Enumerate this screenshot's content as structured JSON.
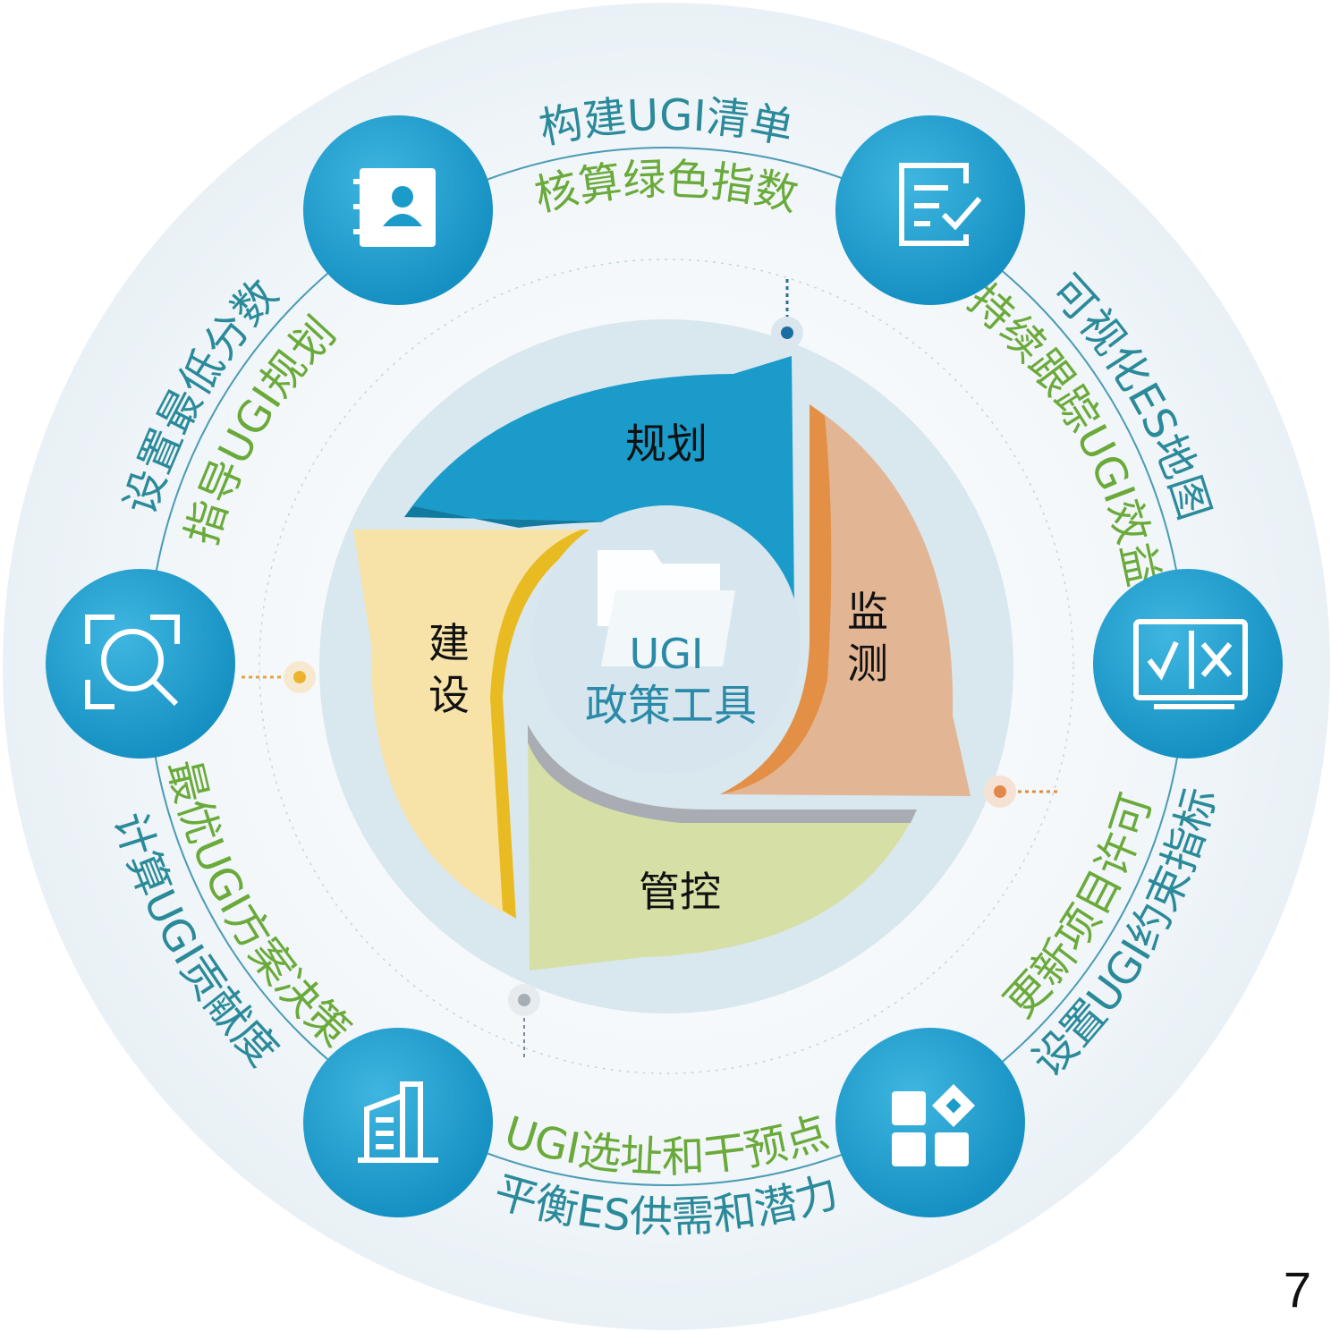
{
  "center": {
    "line1": "UGI",
    "line2": "政策工具"
  },
  "stages": {
    "planning": "规划",
    "monitoring": "监测",
    "control": "管控",
    "construction": "建设"
  },
  "ring_texts": {
    "top": {
      "outer": "构建UGI清单",
      "inner": "核算绿色指数"
    },
    "top_right": {
      "outer": "可视化ES地图",
      "inner": "持续跟踪UGI效益"
    },
    "bottom_right": {
      "outer": "设置UGI约束指标",
      "inner": "更新项目许可"
    },
    "bottom": {
      "outer": "平衡ES供需和潜力",
      "inner": "UGI选址和干预点"
    },
    "bottom_left": {
      "outer": "计算UGI贡献度",
      "inner": "最优UGI方案决策"
    },
    "top_left": {
      "outer": "设置最低分数",
      "inner": "指导UGI规划"
    }
  },
  "page_number": "7",
  "colors": {
    "node": "#1a9fd0",
    "teal_text": "#2a8a9a",
    "green_text": "#6aaa3a",
    "planning": "#1a9bc9",
    "monitoring": "#e2b594",
    "control": "#d6e0a6",
    "construction": "#f7e3a8"
  }
}
